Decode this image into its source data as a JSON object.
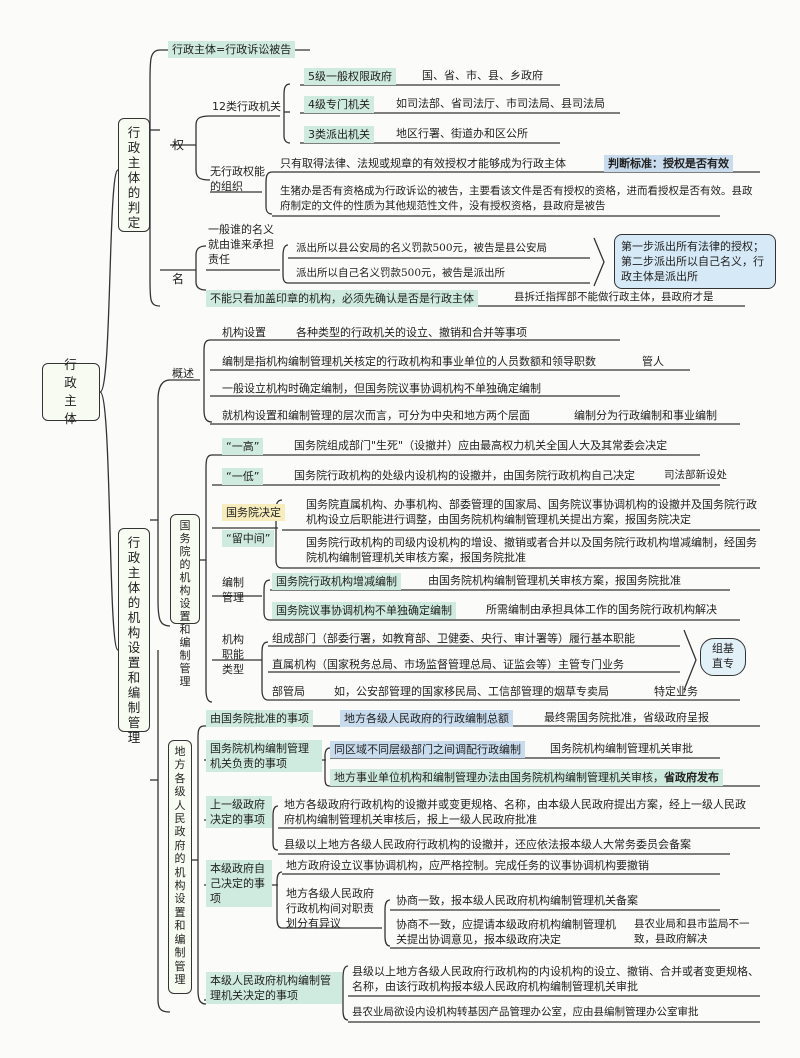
{
  "root": "行政主体",
  "s1": {
    "title": "行政主体的判定",
    "def": "行政主体=行政诉讼被告",
    "quan": "权",
    "cat12": "12类行政机关",
    "lv5": "5级一般权限政府",
    "lv5_d": "国、省、市、县、乡政府",
    "lv4": "4级专门机关",
    "lv4_d": "如司法部、省司法厅、市司法局、县司法局",
    "lv3": "3类派出机关",
    "lv3_d": "地区行署、街道办和区公所",
    "noauth": "无行政权能的组织",
    "noauth_d1": "只有取得法律、法规或规章的有效授权才能够成为行政主体",
    "criterion": "判断标准：授权是否有效",
    "noauth_d2": "生猪办是否有资格成为行政诉讼的被告，主要看该文件是否有授权的资格，进而看授权是否有效。县政府制定的文件的性质为其他规范性文件，没有授权资格，县政府是被告",
    "ming": "名",
    "whosename": "一般谁的名义就由谁来承担责任",
    "case1": "派出所以县公安局的名义罚款500元，被告是县公安局",
    "case2": "派出所以自己名义罚款500元，被告是派出所",
    "steps": "第一步派出所有法律的授权；第二步派出所以自己名义，行政主体是派出所",
    "stamp": "不能只看加盖印章的机构，必须先确认是否是行政主体",
    "stamp_note": "县拆迁指挥部不能做行政主体，县政府才是"
  },
  "s2": {
    "title": "行政主体的机构设置和编制管理",
    "overview": "概述",
    "ov1_k": "机构设置",
    "ov1_v": "各种类型的行政机关的设立、撤销和合并等事项",
    "ov2": "编制是指机构编制管理机关核定的行政机构和事业单位的人员数额和领导职数",
    "ov2_n": "管人",
    "ov3": "一般设立机构时确定编制，但国务院议事协调机构不单独确定编制",
    "ov4": "就机构设置和编制管理的层次而言，可分为中央和地方两个层面",
    "ov4_n": "编制分为行政编制和事业编制",
    "sc": "国务院的机构设置和编制管理",
    "yigao": "“一高”",
    "yigao_d": "国务院组成部门\"生死\"（设撤并）应由最高权力机关全国人大及其常委会决定",
    "yidi": "“一低”",
    "yidi_d": "国务院行政机构的处级内设机构的设撤并，由国务院行政机构自己决定",
    "yidi_n": "司法部新设处",
    "scdec": "国务院决定",
    "scdec_d": "国务院直属机构、办事机构、部委管理的国家局、国务院议事协调机构的设撤并及国务院行政机构设立后职能进行调整，由国务院机构编制管理机关提出方案，报国务院决定",
    "liu": "“留中间”",
    "liu_d": "国务院行政机构的司级内设机构的增设、撤销或者合并以及国务院行政机构增减编制，经国务院机构编制管理机关审核方案，报国务院批准",
    "bz": "编制管理",
    "bz1": "国务院行政机构增减编制",
    "bz1_d": "由国务院机构编制管理机关审核方案，报国务院批准",
    "bz2": "国务院议事协调机构不单独确定编制",
    "bz2_d": "所需编制由承担具体工作的国务院行政机构解决",
    "jg": "机构职能类型",
    "jg1": "组成部门（部委行署，如教育部、卫健委、央行、审计署等）履行基本职能",
    "jg2": "直属机构（国家税务总局、市场监督管理总局、证监会等）主管专门业务",
    "jg3": "部管局",
    "jg3_d": "如，公安部管理的国家移民局、工信部管理的烟草专卖局",
    "jg3_n": "特定业务",
    "pill": "组基直专",
    "local": "地方各级人民政府的机构设置和编制管理",
    "l1": "由国务院批准的事项",
    "l1_k": "地方各级人民政府的行政编制总额",
    "l1_d": "最终需国务院批准，省级政府呈报",
    "l2": "国务院机构编制管理机关负责的事项",
    "l2_k": "同区域不同层级部门之间调配行政编制",
    "l2_d": "国务院机构编制管理机关审批",
    "l2_2": "地方事业单位机构和编制管理办法由国务院机构编制管理机关审核，",
    "l2_2b": "省政府发布",
    "l3": "上一级政府决定的事项",
    "l3_1": "地方各级政府行政机构的设撤并或变更规格、名称，由本级人民政府提出方案，经上一级人民政府机构编制管理机关审核后，报上一级人民政府批准",
    "l3_2": "县级以上地方各级人民政府行政机构的设撤并，还应依法报本级人大常务委员会备案",
    "l4": "本级政府自己决定的事项",
    "l4_1": "地方政府设立议事协调机构，应严格控制。完成任务的议事协调机构要撤销",
    "l4_2": "地方各级人民政府行政机构间对职责划分有异议",
    "l4_2a": "协商一致，报本级人民政府机构编制管理机关备案",
    "l4_2b": "协商不一致，应提请本级政府机构编制管理机关提出协调意见，报本级政府决定",
    "l4_2b_n": "县农业局和县市监局不一致，县政府解决",
    "l5": "本级人民政府机构编制管理机关决定的事项",
    "l5_1": "县级以上地方各级人民政府行政机构的内设机构的设立、撤销、合并或者变更规格、名称，由该行政机构报本级人民政府机构编制管理机关审批",
    "l5_2": "县农业局欲设内设机构转基因产品管理办公室，应由县编制管理办公室审批"
  }
}
